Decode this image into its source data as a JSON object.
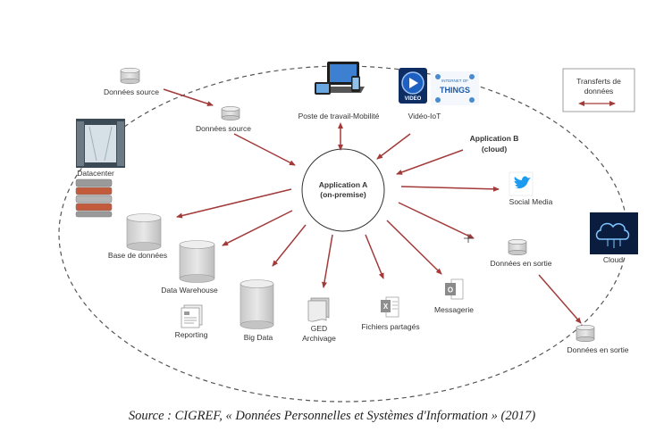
{
  "diagram": {
    "center": {
      "line1": "Application A",
      "line2": "(on-premise)"
    },
    "app_b": {
      "line1": "Application B",
      "line2": "(cloud)"
    },
    "legend": {
      "line1": "Transferts de",
      "line2": "données"
    },
    "nodes": {
      "donnees_source_1": "Données source",
      "donnees_source_2": "Données source",
      "datacenter": "Datacenter",
      "poste_travail": "Poste de travail-Mobilité",
      "video_iot": "Vidéo-IoT",
      "video_badge": "VIDEO",
      "things_badge": "THINGS",
      "internet_badge": "INTERNET OF",
      "social_media": "Social Media",
      "cloud": "Cloud",
      "donnees_sortie_1": "Données en sortie",
      "donnees_sortie_2": "Données en sortie",
      "base_donnees": "Base de données",
      "data_warehouse": "Data Warehouse",
      "reporting": "Reporting",
      "big_data": "Big Data",
      "ged_line1": "GED",
      "ged_line2": "Archivage",
      "fichiers": "Fichiers partagés",
      "messagerie": "Messagerie"
    },
    "colors": {
      "arrow": "#a33a3a",
      "ellipse": "#555555",
      "cylinder": "#d9d9d9"
    }
  },
  "caption": "Source : CIGREF, « Données Personnelles et Systèmes d'Information » (2017)"
}
